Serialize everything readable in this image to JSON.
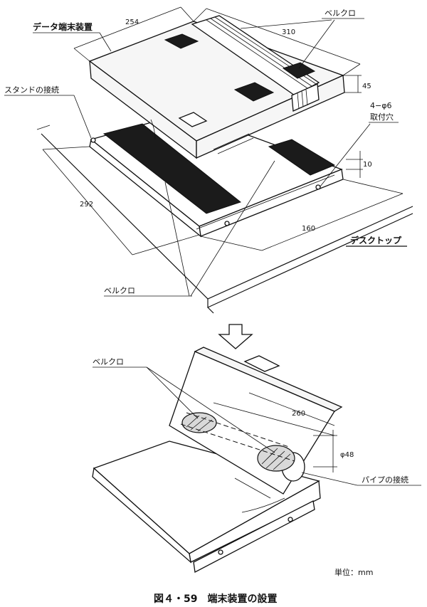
{
  "labels": {
    "terminal": "データ端末装置",
    "velcro_top": "ベルクロ",
    "stand_connection": "スタンドの接続",
    "mounting_holes_spec": "4−φ6",
    "mounting_holes": "取付穴",
    "desktop": "デスクトップ",
    "velcro_mid": "ベルクロ",
    "velcro_lower": "ベルクロ",
    "pipe_connection": "パイプの接続",
    "unit": "単位：mm"
  },
  "dimensions": {
    "d254": "254",
    "d310": "310",
    "d45": "45",
    "d10": "10",
    "d292": "292",
    "d160": "160",
    "d260": "260",
    "d48": "φ48"
  },
  "caption": "図４・59　端末装置の設置"
}
